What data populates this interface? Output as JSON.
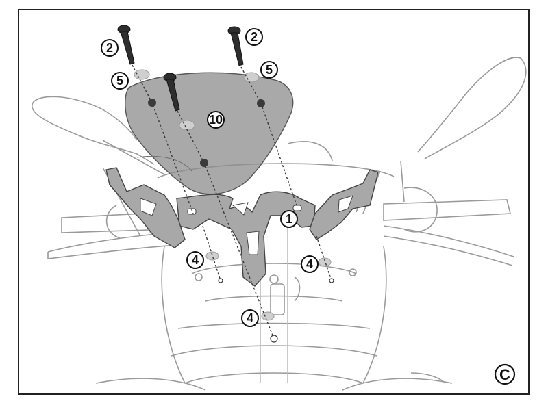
{
  "diagram": {
    "panel_letter": "C",
    "callouts": [
      {
        "id": "2a",
        "label": "2"
      },
      {
        "id": "2b",
        "label": "2"
      },
      {
        "id": "5a",
        "label": "5"
      },
      {
        "id": "5b",
        "label": "5"
      },
      {
        "id": "10",
        "label": "10"
      },
      {
        "id": "1",
        "label": "1"
      },
      {
        "id": "4a",
        "label": "4"
      },
      {
        "id": "4b",
        "label": "4"
      },
      {
        "id": "4c",
        "label": "4"
      }
    ],
    "colors": {
      "line": "#3a3a3a",
      "light_line": "#9a9a9a",
      "windscreen": "#8c8c8c",
      "bracket": "#a8a8a8",
      "washer": "#cfcfcf",
      "frame": "#222222"
    }
  }
}
